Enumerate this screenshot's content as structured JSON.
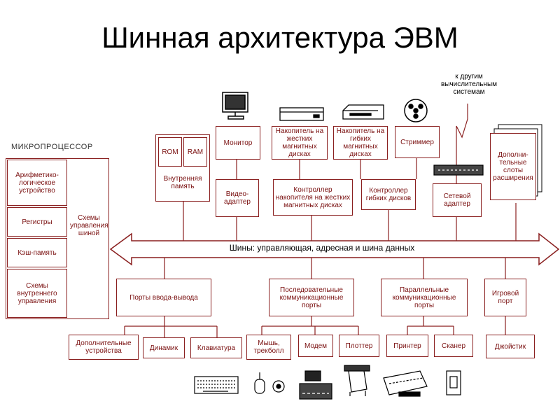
{
  "title": "Шинная архитектура ЭВМ",
  "microprocessor": {
    "label": "МИКРОПРОЦЕССОР",
    "alu": "Арифметико-логическое устройство",
    "registers": "Регистры",
    "cache": "Кэш-память",
    "internal_control": "Схемы внутреннего управления",
    "bus_control": "Схемы управления шиной"
  },
  "memory": {
    "rom": "ROM",
    "ram": "RAM",
    "internal_memory": "Внутренняя память"
  },
  "top_devices": {
    "monitor": "Монитор",
    "hdd": "Накопитель на жестких магнитных дисках",
    "fdd": "Накопитель на гибких магнитных дисках",
    "streamer": "Стриммер",
    "network_note": "к другим вычислительным системам",
    "expansion_slots": "Дополни-тельные слоты расширения"
  },
  "controllers": {
    "video": "Видео-адаптер",
    "hdd_controller": "Контроллер накопителя на жестких магнитных дисках",
    "fdd_controller": "Контроллер гибких дисков",
    "network": "Сетевой адаптер"
  },
  "bus": {
    "label": "Шины: управляющая, адресная и шина данных"
  },
  "ports": {
    "io": "Порты ввода-вывода",
    "serial": "Последовательные коммуникационные порты",
    "parallel": "Параллельные коммуникационные порты",
    "game": "Игровой порт"
  },
  "peripherals": {
    "extra": "Дополнительные устройства",
    "speaker": "Динамик",
    "keyboard": "Клавиатура",
    "mouse": "Мышь, трекболл",
    "modem": "Модем",
    "plotter": "Плоттер",
    "printer": "Принтер",
    "scanner": "Сканер",
    "joystick": "Джойстик"
  }
}
